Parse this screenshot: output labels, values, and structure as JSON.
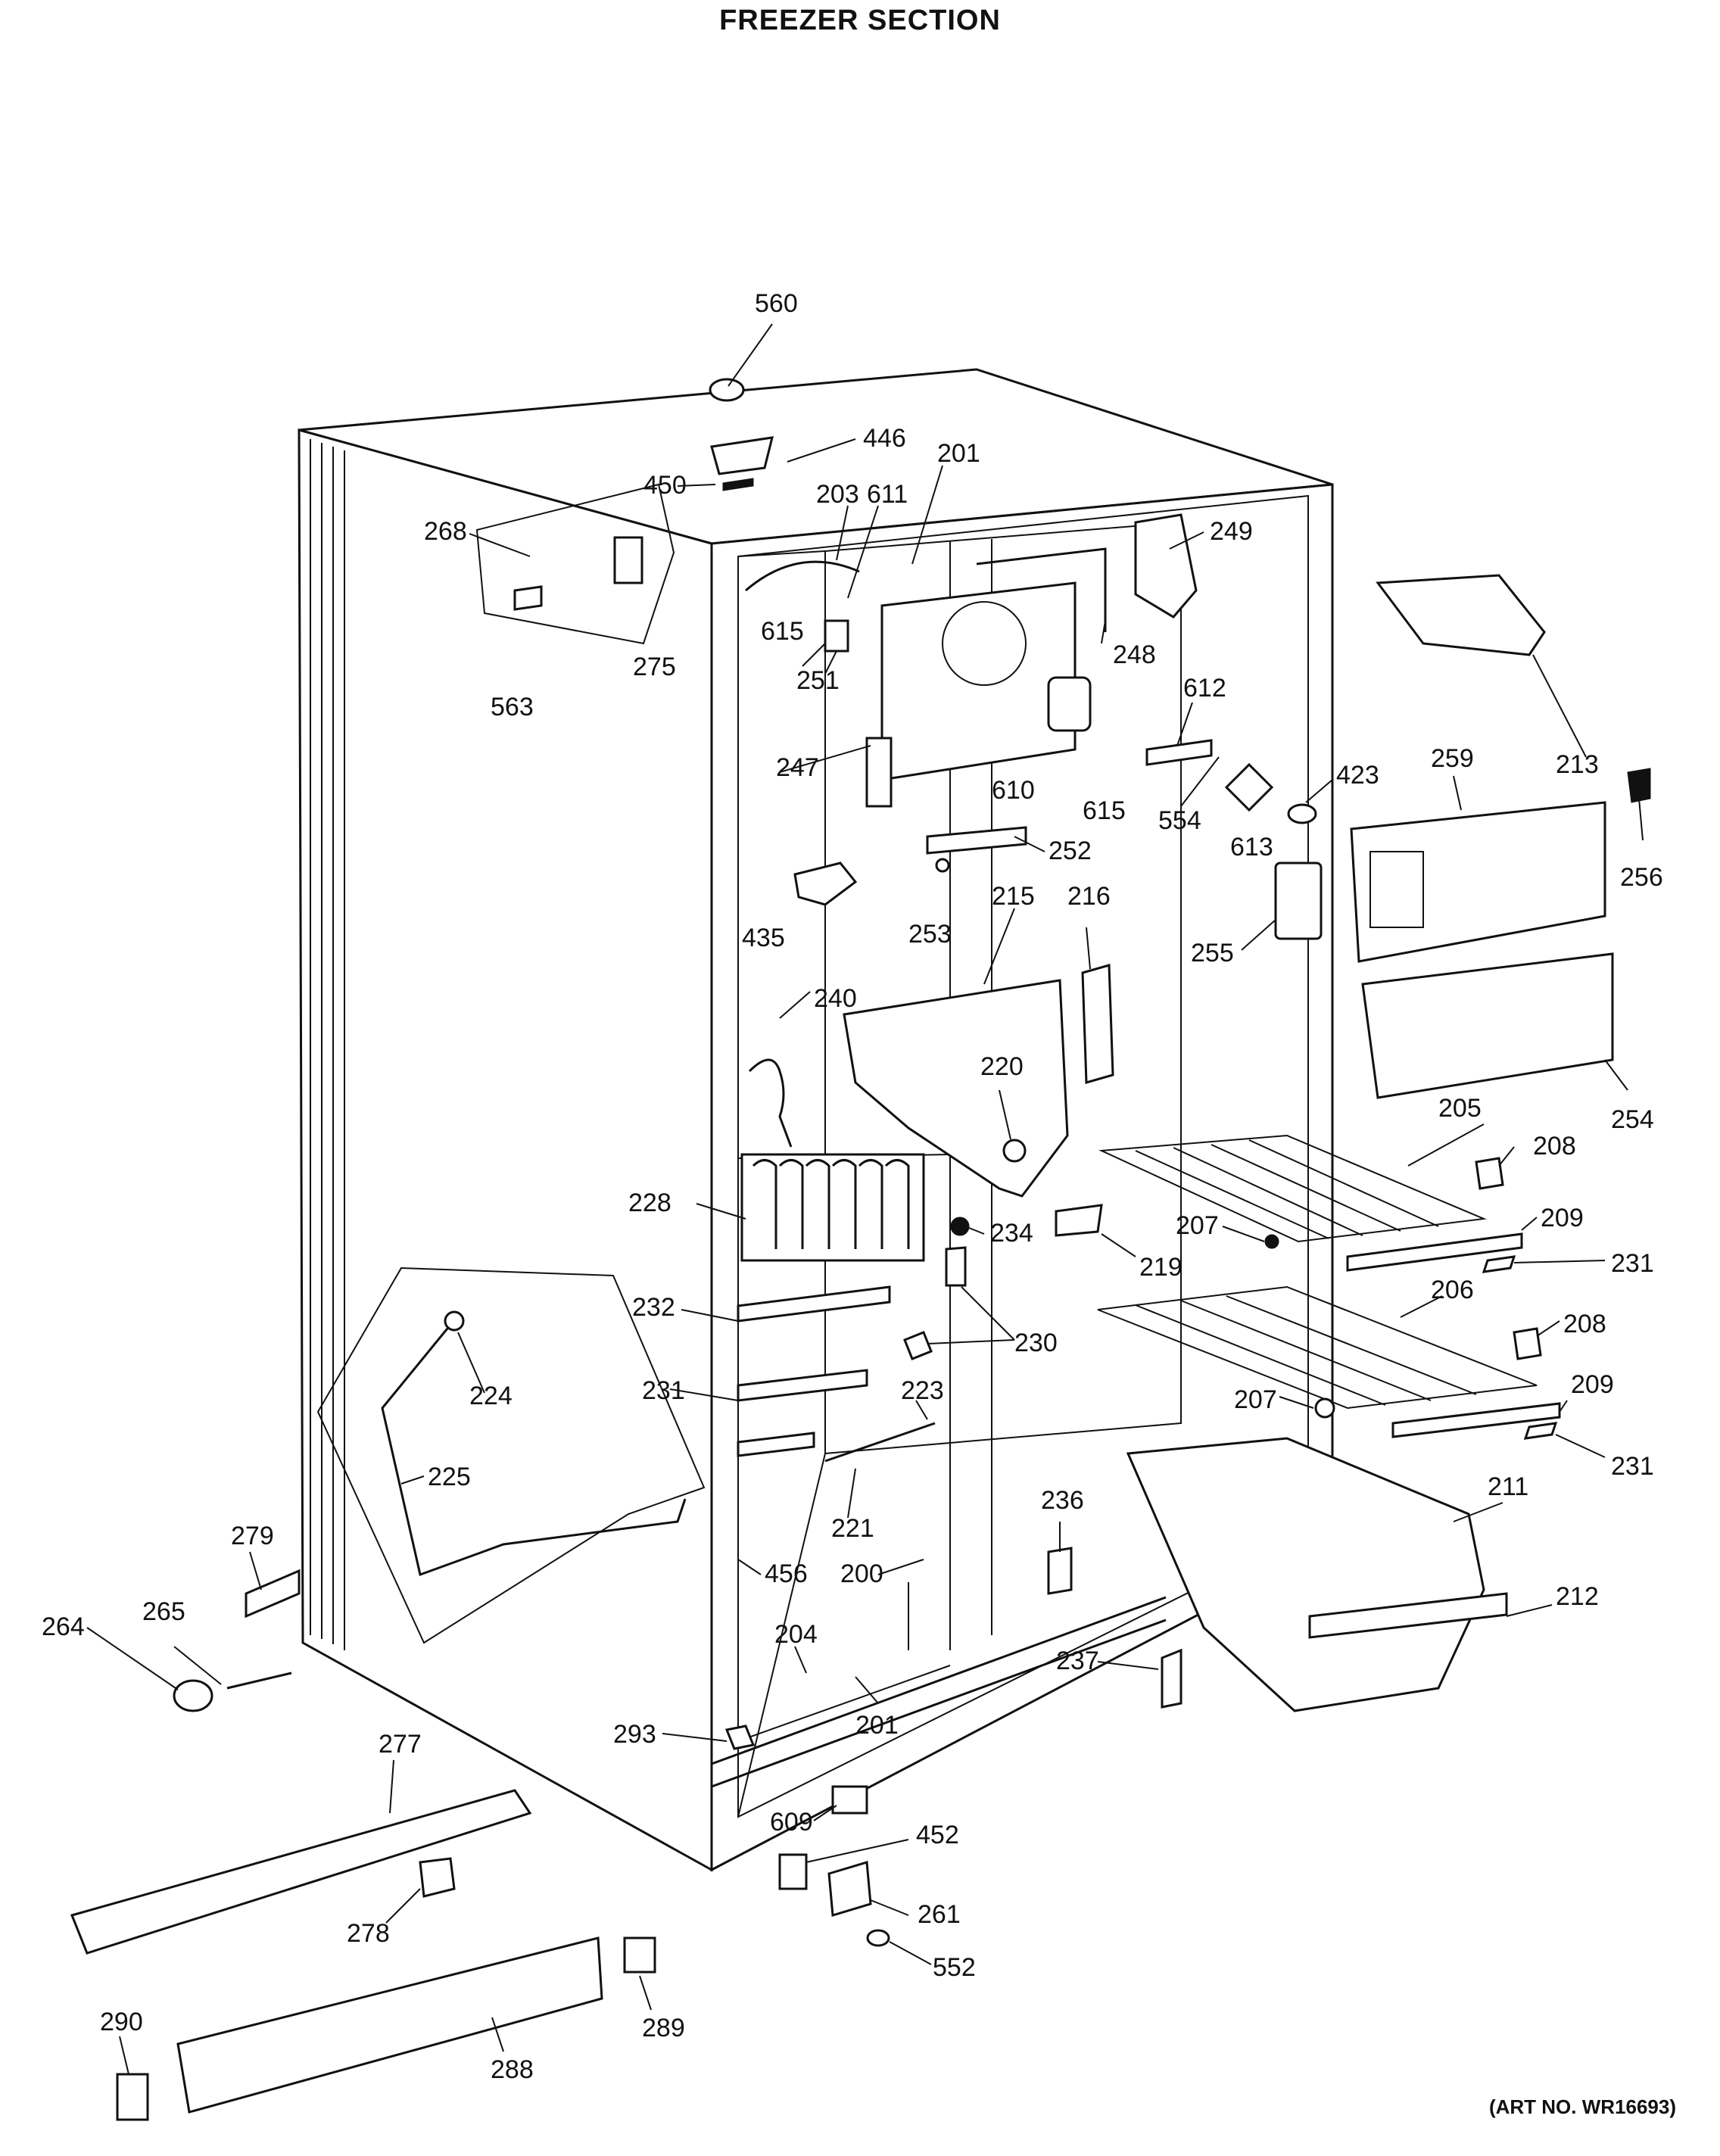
{
  "title": "FREEZER SECTION",
  "art_no": "(ART NO. WR16693)",
  "callouts": [
    {
      "id": "560",
      "label": "560"
    },
    {
      "id": "446",
      "label": "446"
    },
    {
      "id": "450",
      "label": "450"
    },
    {
      "id": "201a",
      "label": "201"
    },
    {
      "id": "203",
      "label": "203"
    },
    {
      "id": "611",
      "label": "611"
    },
    {
      "id": "249",
      "label": "249"
    },
    {
      "id": "268",
      "label": "268"
    },
    {
      "id": "275",
      "label": "275"
    },
    {
      "id": "563",
      "label": "563"
    },
    {
      "id": "615a",
      "label": "615"
    },
    {
      "id": "251",
      "label": "251"
    },
    {
      "id": "248",
      "label": "248"
    },
    {
      "id": "213",
      "label": "213"
    },
    {
      "id": "612",
      "label": "612"
    },
    {
      "id": "247",
      "label": "247"
    },
    {
      "id": "610",
      "label": "610"
    },
    {
      "id": "615b",
      "label": "615"
    },
    {
      "id": "554",
      "label": "554"
    },
    {
      "id": "613",
      "label": "613"
    },
    {
      "id": "423",
      "label": "423"
    },
    {
      "id": "259",
      "label": "259"
    },
    {
      "id": "256",
      "label": "256"
    },
    {
      "id": "252",
      "label": "252"
    },
    {
      "id": "253",
      "label": "253"
    },
    {
      "id": "435",
      "label": "435"
    },
    {
      "id": "215",
      "label": "215"
    },
    {
      "id": "216",
      "label": "216"
    },
    {
      "id": "255",
      "label": "255"
    },
    {
      "id": "240",
      "label": "240"
    },
    {
      "id": "220",
      "label": "220"
    },
    {
      "id": "254",
      "label": "254"
    },
    {
      "id": "205",
      "label": "205"
    },
    {
      "id": "208a",
      "label": "208"
    },
    {
      "id": "228",
      "label": "228"
    },
    {
      "id": "234",
      "label": "234"
    },
    {
      "id": "207a",
      "label": "207"
    },
    {
      "id": "209a",
      "label": "209"
    },
    {
      "id": "219",
      "label": "219"
    },
    {
      "id": "231a",
      "label": "231"
    },
    {
      "id": "232",
      "label": "232"
    },
    {
      "id": "206",
      "label": "206"
    },
    {
      "id": "230",
      "label": "230"
    },
    {
      "id": "208b",
      "label": "208"
    },
    {
      "id": "224",
      "label": "224"
    },
    {
      "id": "231b",
      "label": "231"
    },
    {
      "id": "223",
      "label": "223"
    },
    {
      "id": "209b",
      "label": "209"
    },
    {
      "id": "207b",
      "label": "207"
    },
    {
      "id": "231c",
      "label": "231"
    },
    {
      "id": "225",
      "label": "225"
    },
    {
      "id": "211",
      "label": "211"
    },
    {
      "id": "236",
      "label": "236"
    },
    {
      "id": "221",
      "label": "221"
    },
    {
      "id": "279",
      "label": "279"
    },
    {
      "id": "456",
      "label": "456"
    },
    {
      "id": "200",
      "label": "200"
    },
    {
      "id": "212",
      "label": "212"
    },
    {
      "id": "264",
      "label": "264"
    },
    {
      "id": "265",
      "label": "265"
    },
    {
      "id": "204",
      "label": "204"
    },
    {
      "id": "237",
      "label": "237"
    },
    {
      "id": "201b",
      "label": "201"
    },
    {
      "id": "293",
      "label": "293"
    },
    {
      "id": "277",
      "label": "277"
    },
    {
      "id": "609",
      "label": "609"
    },
    {
      "id": "452",
      "label": "452"
    },
    {
      "id": "278",
      "label": "278"
    },
    {
      "id": "261",
      "label": "261"
    },
    {
      "id": "552",
      "label": "552"
    },
    {
      "id": "290",
      "label": "290"
    },
    {
      "id": "289",
      "label": "289"
    },
    {
      "id": "288",
      "label": "288"
    }
  ]
}
